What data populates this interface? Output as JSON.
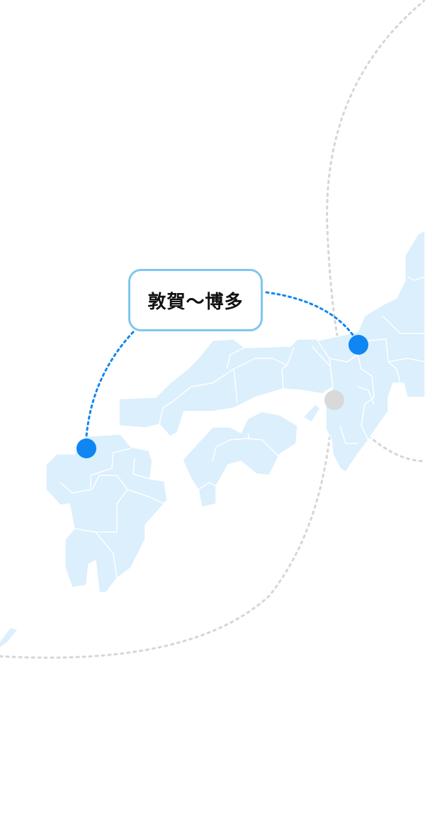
{
  "route": {
    "label": "敦賀〜博多",
    "origin_marker": "敦賀",
    "destination_marker": "博多"
  },
  "colors": {
    "land": "#dbeffd",
    "land_border": "#ffffff",
    "route": "#0f86f2",
    "marker_active": "#0f86f2",
    "marker_inactive": "#d9d9d9",
    "guide_circle": "#d6d6d6",
    "label_border": "#7ec7ef"
  },
  "icons": {
    "origin": "location-dot-icon",
    "destination": "location-dot-icon",
    "other_port": "location-dot-icon"
  }
}
